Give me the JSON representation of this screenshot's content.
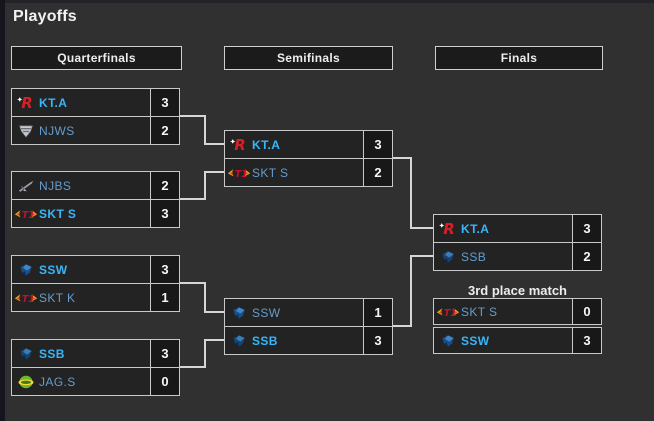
{
  "title": "Playoffs",
  "headers": {
    "quarterfinals": "Quarterfinals",
    "semifinals": "Semifinals",
    "finals": "Finals"
  },
  "quarterfinals": [
    {
      "rows": [
        {
          "name": "KT.A",
          "score": "3",
          "icon": "kta-logo",
          "winner": true
        },
        {
          "name": "NJWS",
          "score": "2",
          "icon": "njws-logo",
          "winner": false
        }
      ]
    },
    {
      "rows": [
        {
          "name": "NJBS",
          "score": "2",
          "icon": "njbs-logo",
          "winner": false
        },
        {
          "name": "SKT S",
          "score": "3",
          "icon": "skt-logo",
          "winner": true
        }
      ]
    },
    {
      "rows": [
        {
          "name": "SSW",
          "score": "3",
          "icon": "ssw-logo",
          "winner": true
        },
        {
          "name": "SKT K",
          "score": "1",
          "icon": "skt-logo",
          "winner": false
        }
      ]
    },
    {
      "rows": [
        {
          "name": "SSB",
          "score": "3",
          "icon": "ssb-logo",
          "winner": true
        },
        {
          "name": "JAG.S",
          "score": "0",
          "icon": "jag-logo",
          "winner": false
        }
      ]
    }
  ],
  "semifinals": [
    {
      "rows": [
        {
          "name": "KT.A",
          "score": "3",
          "icon": "kta-logo",
          "winner": true
        },
        {
          "name": "SKT S",
          "score": "2",
          "icon": "skt-logo",
          "winner": false
        }
      ]
    },
    {
      "rows": [
        {
          "name": "SSW",
          "score": "1",
          "icon": "ssw-logo",
          "winner": false
        },
        {
          "name": "SSB",
          "score": "3",
          "icon": "ssb-logo",
          "winner": true
        }
      ]
    }
  ],
  "finals": [
    {
      "rows": [
        {
          "name": "KT.A",
          "score": "3",
          "icon": "kta-logo",
          "winner": true
        },
        {
          "name": "SSB",
          "score": "2",
          "icon": "ssb-logo",
          "winner": false
        }
      ]
    }
  ],
  "third_place": {
    "label": "3rd place match",
    "rows": [
      {
        "name": "SKT S",
        "score": "0",
        "icon": "skt-logo",
        "winner": false
      },
      {
        "name": "SSW",
        "score": "3",
        "icon": "ssw-logo",
        "winner": true
      }
    ]
  },
  "colors": {
    "background": "#303031",
    "box_background": "#232323",
    "score_background": "#181818",
    "border": "#c9c9c9",
    "connector": "#d6d6d6",
    "winner_text": "#38b6f8",
    "loser_text": "#639dce",
    "score_text": "#f7f7f2",
    "kta_red": "#d81f26",
    "skt_gold": "#f0a81e",
    "samsung_blue": "#1b4e86",
    "jinair_green": "#6fb72c"
  }
}
